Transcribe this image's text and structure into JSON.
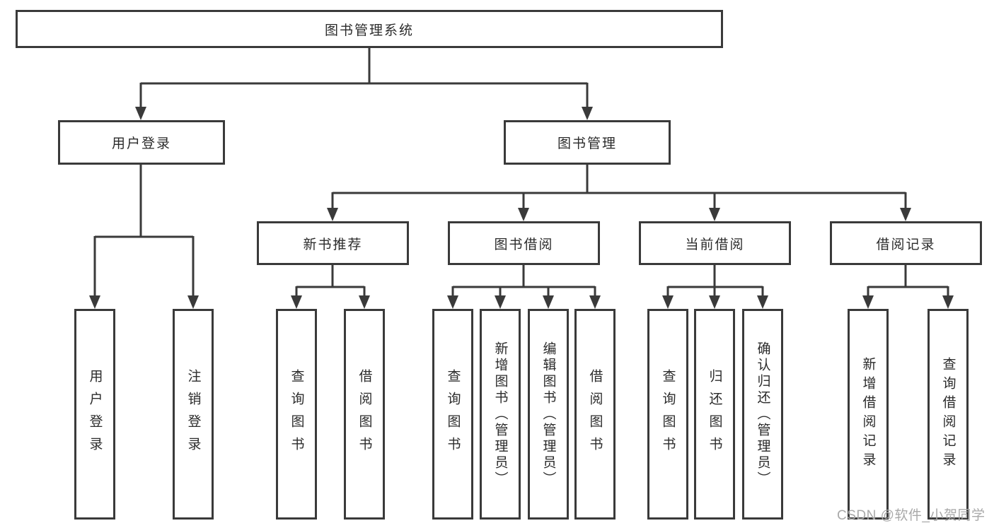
{
  "nodes": {
    "root": "图书管理系统",
    "user_login": "用户登录",
    "book_mgmt": "图书管理",
    "new_book_rec": "新书推荐",
    "book_borrow": "图书借阅",
    "current_borrow": "当前借阅",
    "borrow_records": "借阅记录",
    "leaf_user_login": "用户登录",
    "leaf_logout": "注销登录",
    "leaf_query_books_1": "查询图书",
    "leaf_borrow_books_1": "借阅图书",
    "leaf_query_books_2": "查询图书",
    "leaf_add_books_admin": "新增图书（管理员）",
    "leaf_edit_books_admin": "编辑图书（管理员）",
    "leaf_borrow_books_2": "借阅图书",
    "leaf_query_books_3": "查询图书",
    "leaf_return_books": "归还图书",
    "leaf_confirm_return_admin": "确认归还（管理员）",
    "leaf_add_borrow_record": "新增借阅记录",
    "leaf_query_borrow_record": "查询借阅记录"
  },
  "colors": {
    "line": "#3a3a3a",
    "text": "#2b2b2b",
    "watermark": "#a9a9a9",
    "background": "#ffffff"
  },
  "watermark": {
    "text": "CSDN @软件_小贺同学"
  }
}
